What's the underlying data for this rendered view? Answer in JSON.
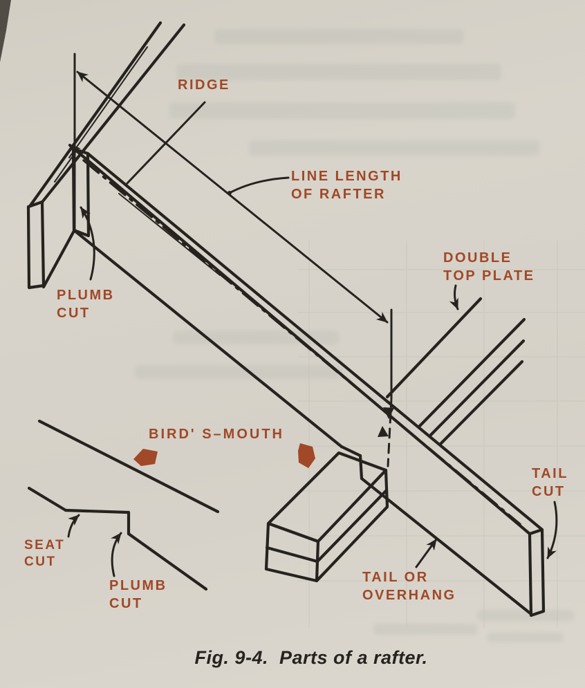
{
  "page": {
    "caption": "Fig. 9-4.  Parts of a rafter.",
    "colors": {
      "paper": "#d7d3ca",
      "ink": "#26231f",
      "label_text": "#a04827",
      "solid_arrow_fill": "#a04827"
    },
    "labels": {
      "ridge": {
        "lines": [
          "RIDGE"
        ]
      },
      "line_length": {
        "lines": [
          "LINE LENGTH",
          "OF RAFTER"
        ]
      },
      "double_top_plate": {
        "lines": [
          "DOUBLE",
          "TOP PLATE"
        ]
      },
      "plumb_cut_upper": {
        "lines": [
          "PLUMB",
          "CUT"
        ]
      },
      "birds_mouth": {
        "lines": [
          "BIRD' S–MOUTH"
        ]
      },
      "seat_cut": {
        "lines": [
          "SEAT",
          "CUT"
        ]
      },
      "plumb_cut_lower": {
        "lines": [
          "PLUMB",
          "CUT"
        ]
      },
      "tail_overhang": {
        "lines": [
          "TAIL OR",
          "OVERHANG"
        ]
      },
      "tail_cut": {
        "lines": [
          "TAIL",
          "CUT"
        ]
      }
    }
  }
}
